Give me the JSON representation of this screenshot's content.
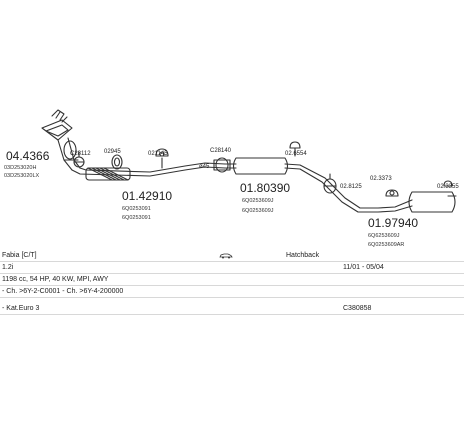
{
  "diagram": {
    "part1": {
      "number": "04.4366",
      "codes": [
        "03D253020H",
        "03D253020LX"
      ]
    },
    "clamp1": "C28112",
    "clamp2": "02945",
    "part2": {
      "number": "01.42910",
      "codes": [
        "6Q0253091",
        "6Q0253091"
      ]
    },
    "hanger1": "021145",
    "clamp3": "C28140",
    "size_label": "ø45",
    "hanger2": "02.6554",
    "part3": {
      "number": "01.80390",
      "codes": [
        "6Q0253609J",
        "6Q0253609J"
      ]
    },
    "clamp4": "02.8125",
    "hanger3": "02.3373",
    "hanger4": "02.3355",
    "part4": {
      "number": "01.97940",
      "codes": [
        "6Q6253609J",
        "6Q0253609AR"
      ]
    }
  },
  "info": {
    "model": "Fabia [C/T]",
    "body_type": "Hatchback",
    "engine": "1.2i",
    "period": "11/01 - 05/04",
    "engine_details": "1198 cc, 54 HP, 40 KW, MPI, AWY",
    "chassis": "- Ch. >6Y-2-C0001 - Ch. >6Y-4-200000",
    "emission": "- Kat.Euro 3",
    "catalogue_no": "C380858"
  },
  "colors": {
    "stroke": "#333333",
    "text": "#222222",
    "divider": "#d8d8d8"
  }
}
